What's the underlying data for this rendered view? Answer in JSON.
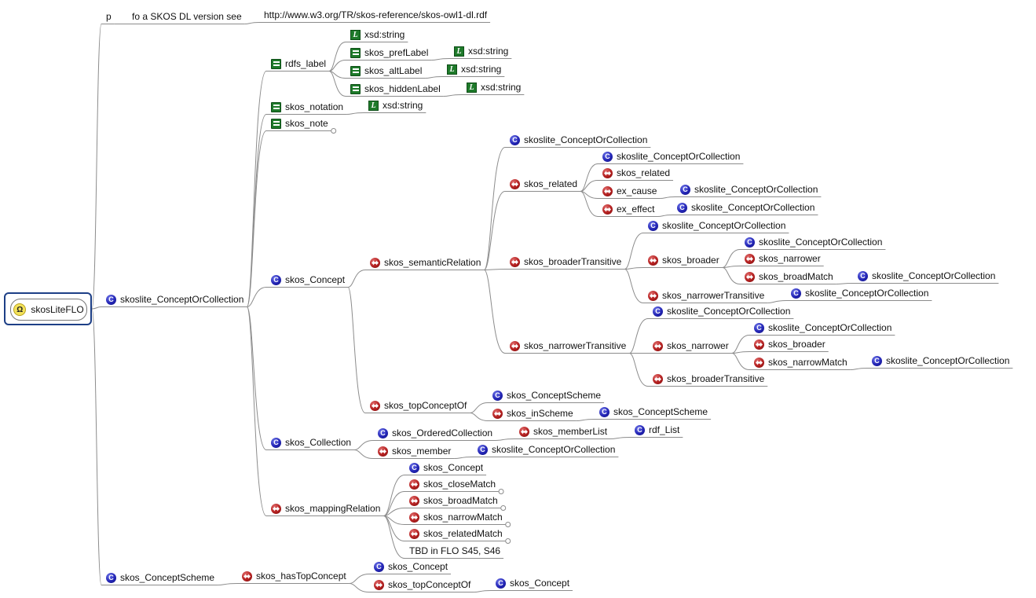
{
  "root": {
    "label": "skosLiteFLO"
  },
  "nodes": [
    {
      "id": "p",
      "label": "p",
      "icon": "none",
      "parent": "root"
    },
    {
      "id": "p_note",
      "label": "fo a SKOS DL version see",
      "icon": "none",
      "parent": "p"
    },
    {
      "id": "p_url",
      "label": "http://www.w3.org/TR/skos-reference/skos-owl1-dl.rdf",
      "icon": "none",
      "parent": "p_note"
    },
    {
      "id": "colcoll",
      "label": "skoslite_ConceptOrCollection",
      "icon": "class",
      "parent": "root"
    },
    {
      "id": "rdfs_label",
      "label": "rdfs_label",
      "icon": "datatype-property",
      "parent": "colcoll"
    },
    {
      "id": "rl_str",
      "label": "xsd:string",
      "icon": "literal",
      "parent": "rdfs_label"
    },
    {
      "id": "pref",
      "label": "skos_prefLabel",
      "icon": "datatype-property",
      "parent": "rdfs_label"
    },
    {
      "id": "pref_str",
      "label": "xsd:string",
      "icon": "literal",
      "parent": "pref"
    },
    {
      "id": "alt",
      "label": "skos_altLabel",
      "icon": "datatype-property",
      "parent": "rdfs_label"
    },
    {
      "id": "alt_str",
      "label": "xsd:string",
      "icon": "literal",
      "parent": "alt"
    },
    {
      "id": "hidden",
      "label": "skos_hiddenLabel",
      "icon": "datatype-property",
      "parent": "rdfs_label"
    },
    {
      "id": "hidden_str",
      "label": "xsd:string",
      "icon": "literal",
      "parent": "hidden"
    },
    {
      "id": "notation",
      "label": "skos_notation",
      "icon": "datatype-property",
      "parent": "colcoll"
    },
    {
      "id": "notation_str",
      "label": "xsd:string",
      "icon": "literal",
      "parent": "notation"
    },
    {
      "id": "note",
      "label": "skos_note",
      "icon": "datatype-property",
      "parent": "colcoll",
      "collapsed": true
    },
    {
      "id": "concept",
      "label": "skos_Concept",
      "icon": "class",
      "parent": "colcoll"
    },
    {
      "id": "semrel",
      "label": "skos_semanticRelation",
      "icon": "object-property",
      "parent": "concept"
    },
    {
      "id": "sr_cc",
      "label": "skoslite_ConceptOrCollection",
      "icon": "class",
      "parent": "semrel"
    },
    {
      "id": "related",
      "label": "skos_related",
      "icon": "object-property",
      "parent": "semrel"
    },
    {
      "id": "rel_cc",
      "label": "skoslite_ConceptOrCollection",
      "icon": "class",
      "parent": "related"
    },
    {
      "id": "rel_rel",
      "label": "skos_related",
      "icon": "object-property",
      "parent": "related"
    },
    {
      "id": "cause",
      "label": "ex_cause",
      "icon": "object-property",
      "parent": "related"
    },
    {
      "id": "cause_cc",
      "label": "skoslite_ConceptOrCollection",
      "icon": "class",
      "parent": "cause"
    },
    {
      "id": "effect",
      "label": "ex_effect",
      "icon": "object-property",
      "parent": "related"
    },
    {
      "id": "effect_cc",
      "label": "skoslite_ConceptOrCollection",
      "icon": "class",
      "parent": "effect"
    },
    {
      "id": "bt",
      "label": "skos_broaderTransitive",
      "icon": "object-property",
      "parent": "semrel"
    },
    {
      "id": "bt_cc",
      "label": "skoslite_ConceptOrCollection",
      "icon": "class",
      "parent": "bt"
    },
    {
      "id": "broader",
      "label": "skos_broader",
      "icon": "object-property",
      "parent": "bt"
    },
    {
      "id": "br_cc",
      "label": "skoslite_ConceptOrCollection",
      "icon": "class",
      "parent": "broader"
    },
    {
      "id": "br_narrower",
      "label": "skos_narrower",
      "icon": "object-property",
      "parent": "broader"
    },
    {
      "id": "broadmatch",
      "label": "skos_broadMatch",
      "icon": "object-property",
      "parent": "broader"
    },
    {
      "id": "bm_cc",
      "label": "skoslite_ConceptOrCollection",
      "icon": "class",
      "parent": "broadmatch"
    },
    {
      "id": "bt_nt",
      "label": "skos_narrowerTransitive",
      "icon": "object-property",
      "parent": "bt"
    },
    {
      "id": "bt_nt_cc",
      "label": "skoslite_ConceptOrCollection",
      "icon": "class",
      "parent": "bt_nt"
    },
    {
      "id": "nt",
      "label": "skos_narrowerTransitive",
      "icon": "object-property",
      "parent": "semrel"
    },
    {
      "id": "nt_cc",
      "label": "skoslite_ConceptOrCollection",
      "icon": "class",
      "parent": "nt"
    },
    {
      "id": "narrower",
      "label": "skos_narrower",
      "icon": "object-property",
      "parent": "nt"
    },
    {
      "id": "nr_cc",
      "label": "skoslite_ConceptOrCollection",
      "icon": "class",
      "parent": "narrower"
    },
    {
      "id": "nr_broader",
      "label": "skos_broader",
      "icon": "object-property",
      "parent": "narrower"
    },
    {
      "id": "narrowmatch",
      "label": "skos_narrowMatch",
      "icon": "object-property",
      "parent": "narrower"
    },
    {
      "id": "nm_cc",
      "label": "skoslite_ConceptOrCollection",
      "icon": "class",
      "parent": "narrowmatch"
    },
    {
      "id": "nt_bt",
      "label": "skos_broaderTransitive",
      "icon": "object-property",
      "parent": "nt"
    },
    {
      "id": "topof",
      "label": "skos_topConceptOf",
      "icon": "object-property",
      "parent": "concept"
    },
    {
      "id": "topof_cs",
      "label": "skos_ConceptScheme",
      "icon": "class",
      "parent": "topof"
    },
    {
      "id": "inscheme",
      "label": "skos_inScheme",
      "icon": "object-property",
      "parent": "topof"
    },
    {
      "id": "inscheme_cs",
      "label": "skos_ConceptScheme",
      "icon": "class",
      "parent": "inscheme"
    },
    {
      "id": "collection",
      "label": "skos_Collection",
      "icon": "class",
      "parent": "colcoll"
    },
    {
      "id": "ordered",
      "label": "skos_OrderedCollection",
      "icon": "class",
      "parent": "collection"
    },
    {
      "id": "memberlist",
      "label": "skos_memberList",
      "icon": "object-property",
      "parent": "ordered"
    },
    {
      "id": "rdflist",
      "label": "rdf_List",
      "icon": "class",
      "parent": "memberlist"
    },
    {
      "id": "member",
      "label": "skos_member",
      "icon": "object-property",
      "parent": "collection"
    },
    {
      "id": "member_cc",
      "label": "skoslite_ConceptOrCollection",
      "icon": "class",
      "parent": "member"
    },
    {
      "id": "mapping",
      "label": "skos_mappingRelation",
      "icon": "object-property",
      "parent": "colcoll"
    },
    {
      "id": "map_concept",
      "label": "skos_Concept",
      "icon": "class",
      "parent": "mapping"
    },
    {
      "id": "close",
      "label": "skos_closeMatch",
      "icon": "object-property",
      "parent": "mapping",
      "collapsed": true
    },
    {
      "id": "broadm2",
      "label": "skos_broadMatch",
      "icon": "object-property",
      "parent": "mapping",
      "collapsed": true
    },
    {
      "id": "narrowm2",
      "label": "skos_narrowMatch",
      "icon": "object-property",
      "parent": "mapping",
      "collapsed": true
    },
    {
      "id": "relatedm",
      "label": "skos_relatedMatch",
      "icon": "object-property",
      "parent": "mapping",
      "collapsed": true
    },
    {
      "id": "tbd",
      "label": "TBD in FLO S45, S46",
      "icon": "none",
      "parent": "mapping"
    },
    {
      "id": "scheme",
      "label": "skos_ConceptScheme",
      "icon": "class",
      "parent": "root"
    },
    {
      "id": "hastop",
      "label": "skos_hasTopConcept",
      "icon": "object-property",
      "parent": "scheme"
    },
    {
      "id": "ht_concept",
      "label": "skos_Concept",
      "icon": "class",
      "parent": "hastop"
    },
    {
      "id": "ht_topof",
      "label": "skos_topConceptOf",
      "icon": "object-property",
      "parent": "hastop"
    },
    {
      "id": "ht_topof_c",
      "label": "skos_Concept",
      "icon": "class",
      "parent": "ht_topof"
    }
  ]
}
